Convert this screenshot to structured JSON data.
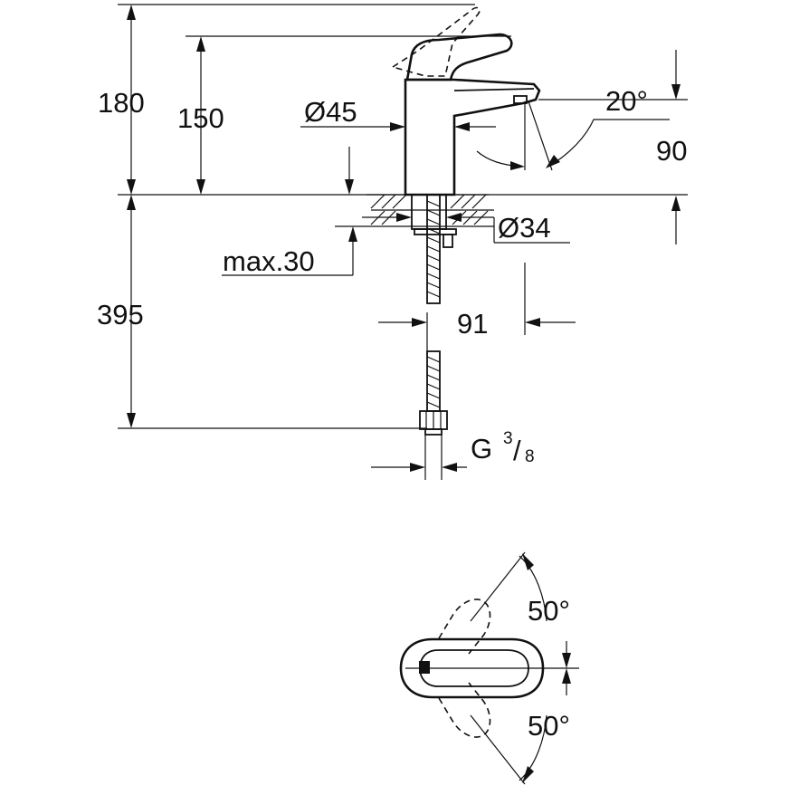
{
  "dimensions": {
    "total_height": "180",
    "spout_height": "150",
    "body_diameter": "Ø45",
    "spout_angle": "20°",
    "spout_length": "90",
    "base_diameter": "Ø34",
    "deck_thickness": "max.30",
    "hose_length": "395",
    "projection": "91",
    "connection_letter": "G",
    "connection_num": "3",
    "connection_den": "8",
    "lever_angle_up": "50°",
    "lever_angle_down": "50°"
  }
}
